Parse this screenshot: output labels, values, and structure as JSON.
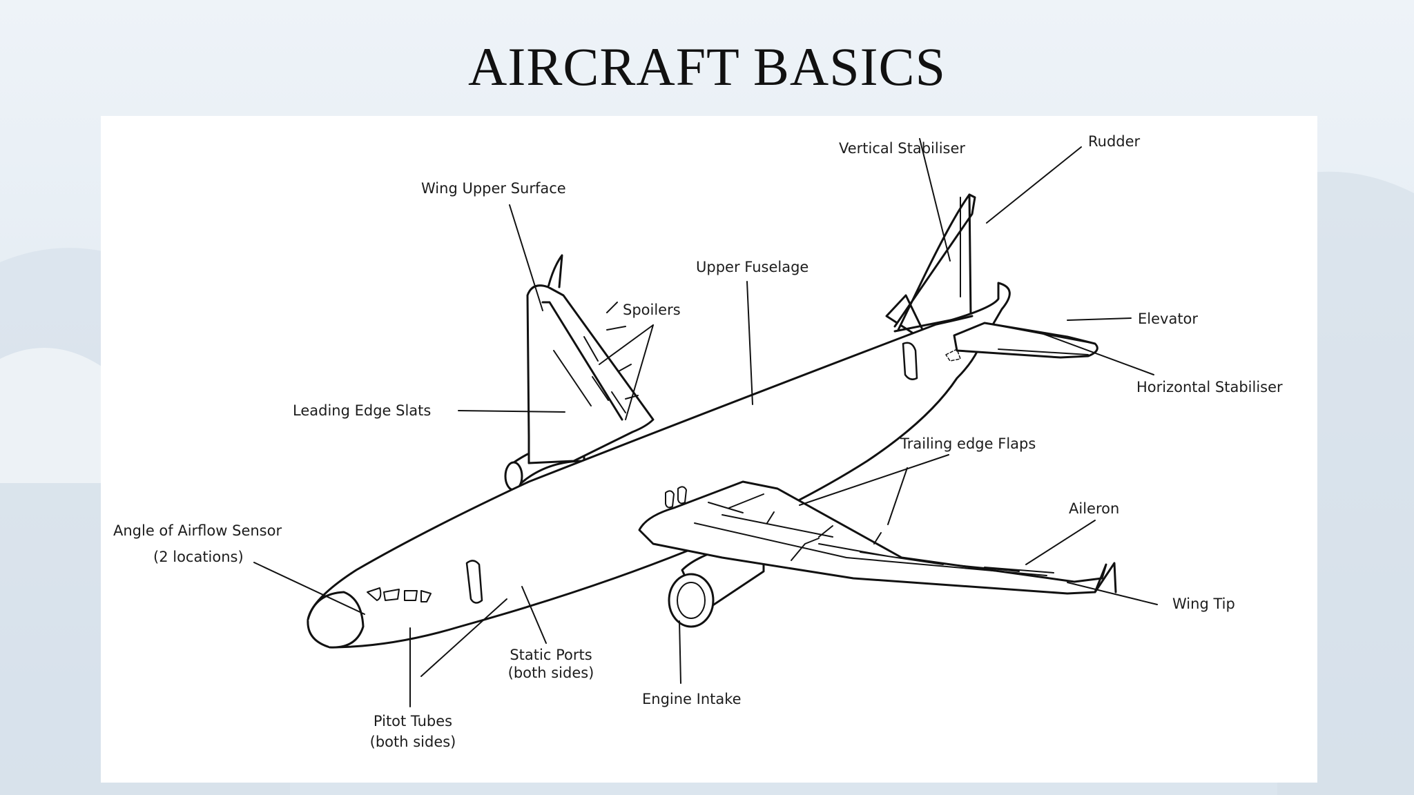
{
  "slide": {
    "title": "AIRCRAFT BASICS"
  },
  "diagram": {
    "labels": {
      "wing_upper_surface": "Wing Upper Surface",
      "vertical_stabiliser": "Vertical Stabiliser",
      "rudder": "Rudder",
      "upper_fuselage": "Upper Fuselage",
      "spoilers": "Spoilers",
      "elevator": "Elevator",
      "horizontal_stabiliser": "Horizontal Stabiliser",
      "leading_edge_slats": "Leading Edge Slats",
      "trailing_edge_flaps": "Trailing edge Flaps",
      "aileron": "Aileron",
      "angle_of_airflow_sensor": "Angle of Airflow Sensor",
      "angle_of_airflow_sensor_note": "(2 locations)",
      "wing_tip": "Wing Tip",
      "static_ports": "Static Ports",
      "static_ports_note": "(both sides)",
      "engine_intake": "Engine Intake",
      "pitot_tubes": "Pitot Tubes",
      "pitot_tubes_note": "(both sides)"
    }
  }
}
